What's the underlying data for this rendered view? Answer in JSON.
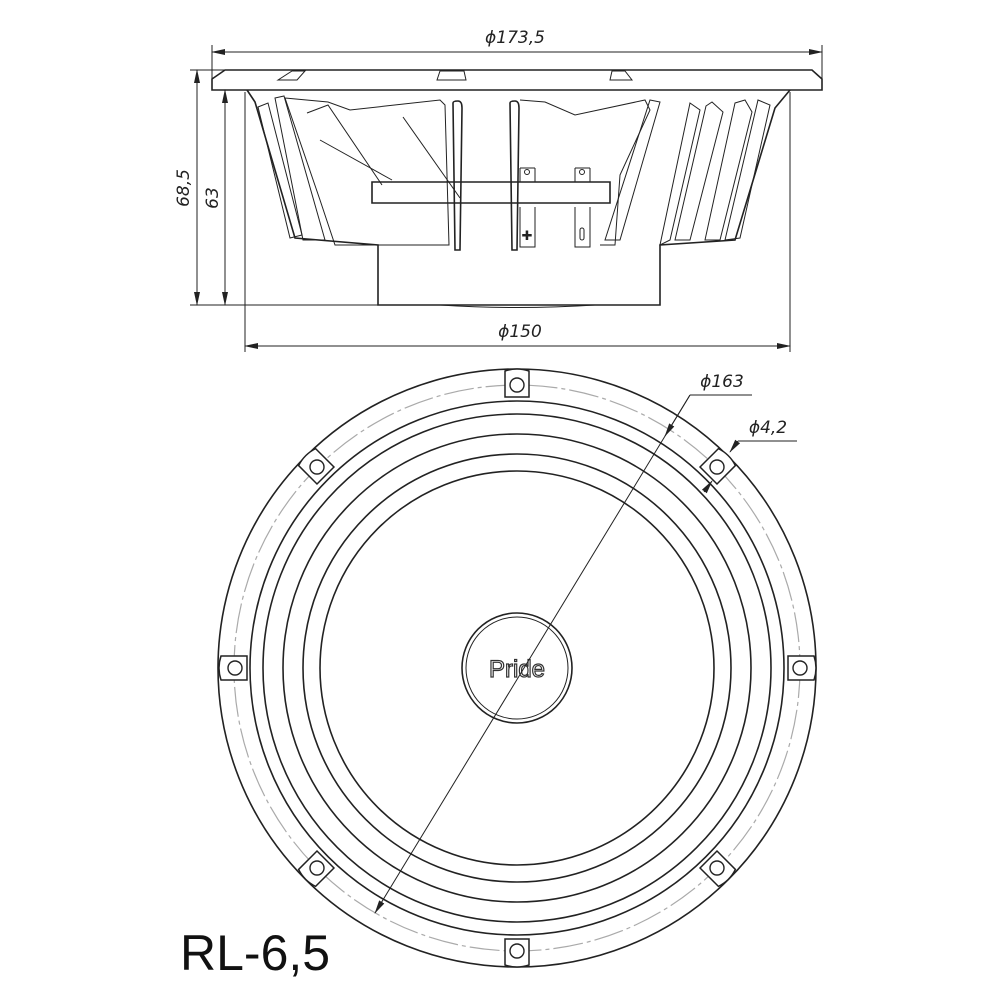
{
  "model": "RL-6,5",
  "logo": "Pride",
  "dimensions": {
    "flange_diameter": "ϕ173,5",
    "total_depth": "68,5",
    "mount_depth": "63",
    "cutout_diameter": "ϕ150",
    "bolt_circle_diameter": "ϕ163",
    "hole_diameter": "ϕ4,2"
  },
  "colors": {
    "line": "#222222",
    "centerline": "#aaaaaa",
    "background": "#ffffff"
  }
}
